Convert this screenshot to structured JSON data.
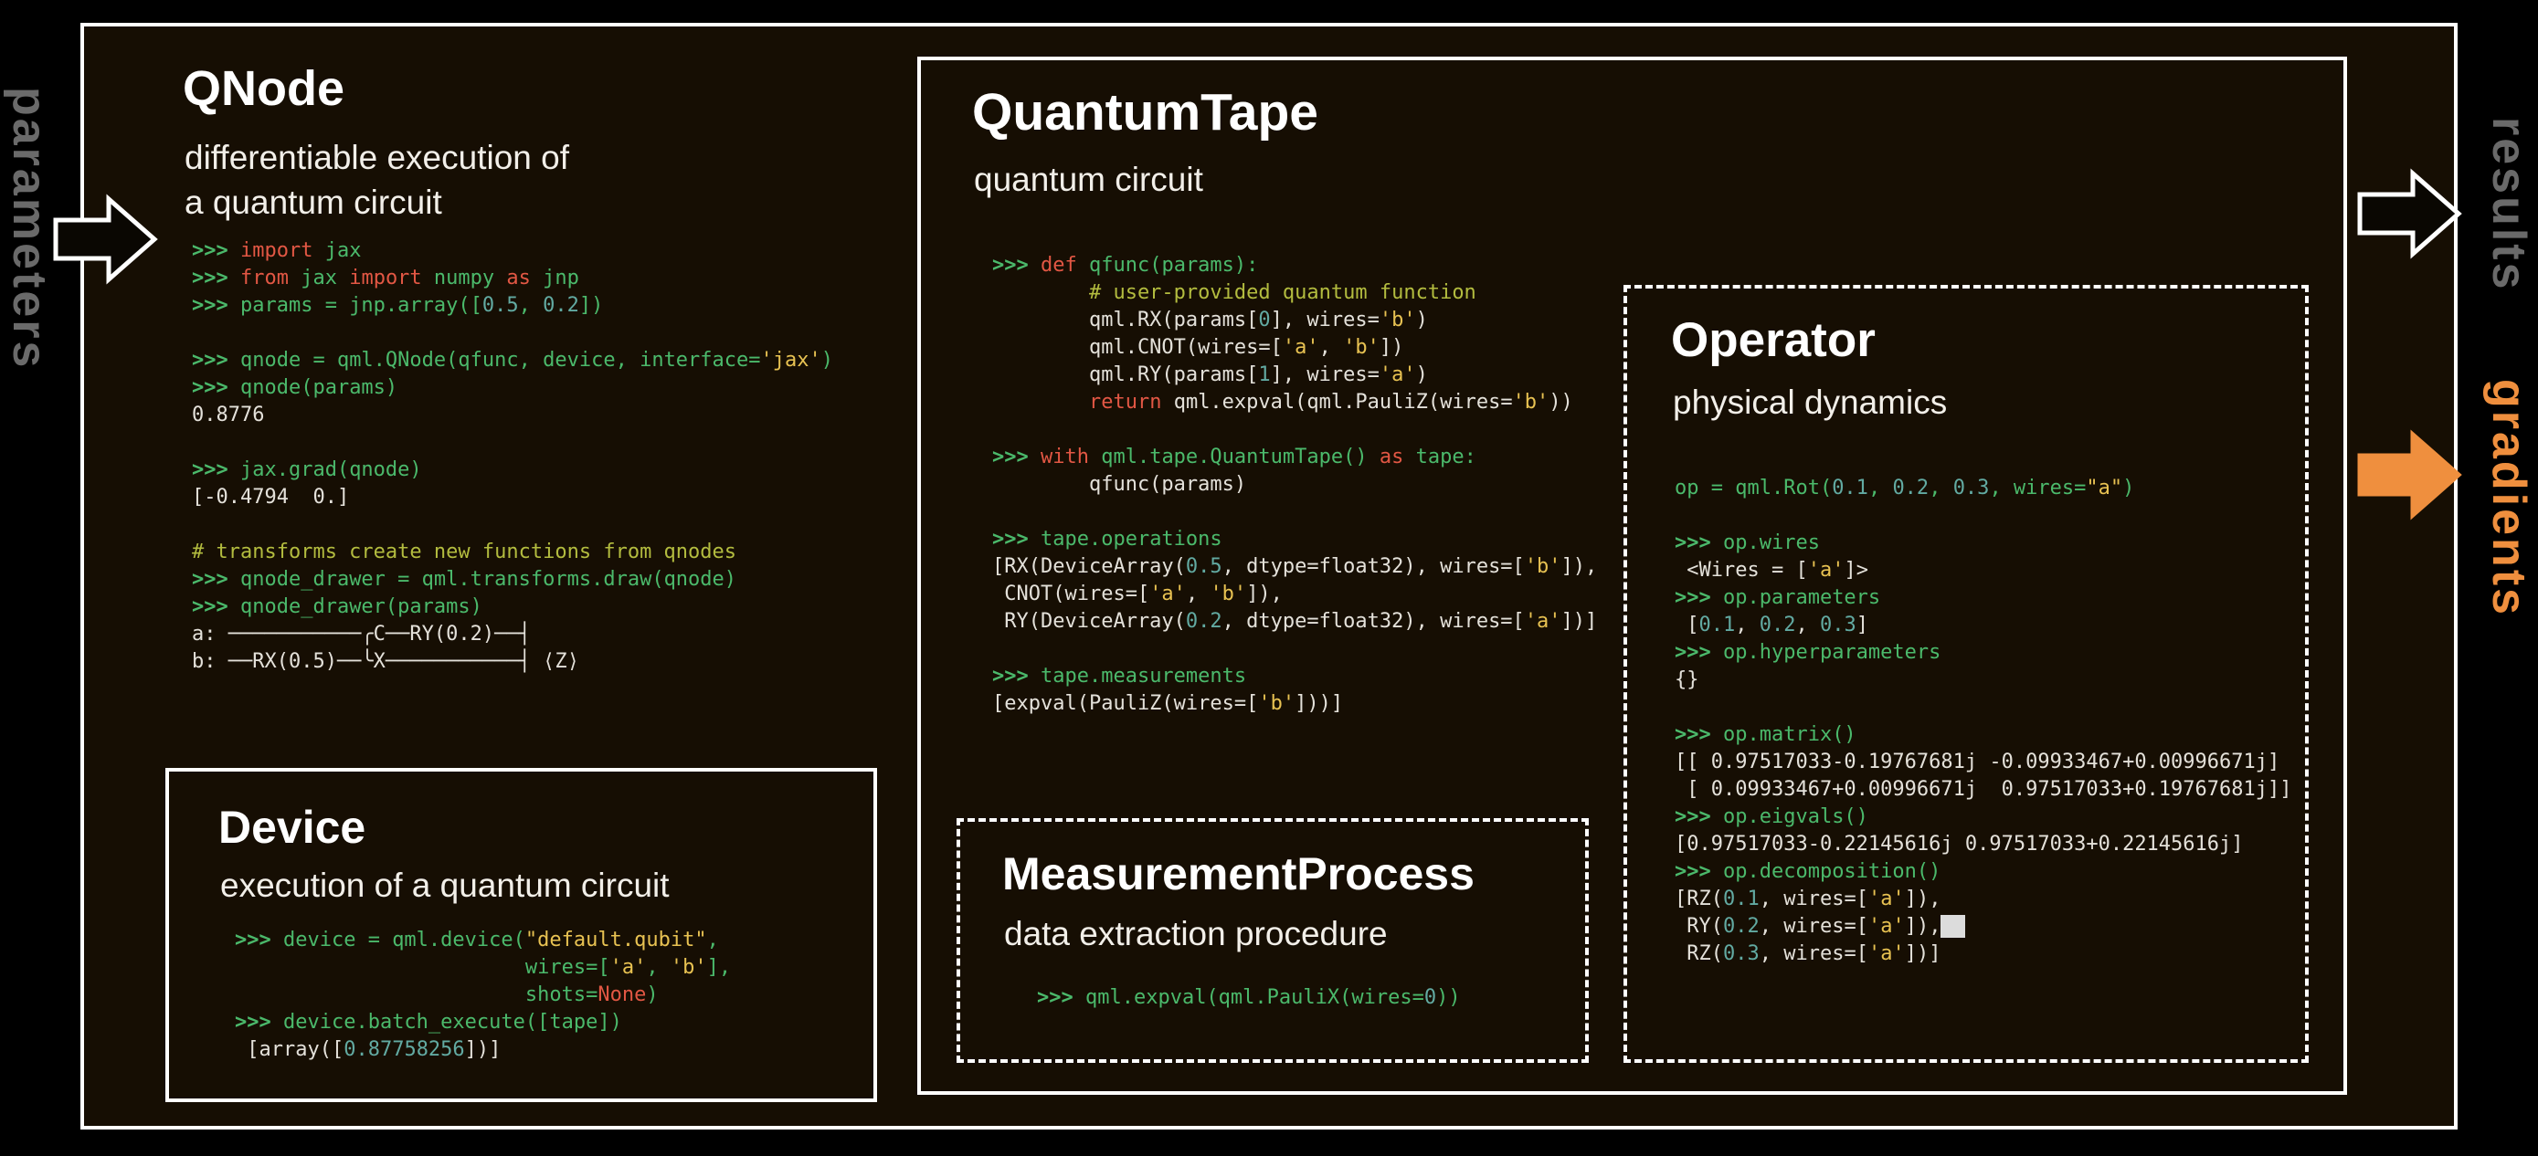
{
  "palette": {
    "bg": "#000000",
    "panel_bg": "#160e03",
    "frame": "#ffffff",
    "green": "#4bb96b",
    "red": "#e25744",
    "yellow": "#e8c252",
    "teal": "#62aaa2",
    "output": "#e4e1da",
    "comment": "#b3bc3f",
    "gray_label": "#6a6a6a",
    "orange": "#ef8f3e",
    "arrow_fill_dark": "#0a0702"
  },
  "labels": {
    "parameters": "parameters",
    "results": "results",
    "gradients": "gradients"
  },
  "qnode": {
    "title": "QNode",
    "subtitle_line1": "differentiable execution of",
    "subtitle_line2": "a quantum circuit",
    "code": {
      "lines": [
        [
          [
            "p",
            ">>> "
          ],
          [
            "k",
            "import"
          ],
          [
            "g",
            " jax"
          ]
        ],
        [
          [
            "p",
            ">>> "
          ],
          [
            "k",
            "from"
          ],
          [
            "g",
            " jax "
          ],
          [
            "k",
            "import"
          ],
          [
            "g",
            " numpy "
          ],
          [
            "k",
            "as"
          ],
          [
            "g",
            " jnp"
          ]
        ],
        [
          [
            "p",
            ">>> "
          ],
          [
            "g",
            "params = jnp.array(["
          ],
          [
            "d",
            "0.5"
          ],
          [
            "g",
            ", "
          ],
          [
            "d",
            "0.2"
          ],
          [
            "g",
            "])"
          ]
        ],
        [],
        [
          [
            "p",
            ">>> "
          ],
          [
            "g",
            "qnode = qml.QNode(qfunc, device, interface="
          ],
          [
            "s",
            "'jax'"
          ],
          [
            "g",
            ")"
          ]
        ],
        [
          [
            "p",
            ">>> "
          ],
          [
            "g",
            "qnode(params)"
          ]
        ],
        [
          [
            "o",
            "0.8776"
          ]
        ],
        [],
        [
          [
            "p",
            ">>> "
          ],
          [
            "g",
            "jax.grad(qnode)"
          ]
        ],
        [
          [
            "o",
            "[-0.4794  0.]"
          ]
        ],
        [],
        [
          [
            "c",
            "# transforms create new functions from qnodes"
          ]
        ],
        [
          [
            "p",
            ">>> "
          ],
          [
            "g",
            "qnode_drawer = qml.transforms.draw(qnode)"
          ]
        ],
        [
          [
            "p",
            ">>> "
          ],
          [
            "g",
            "qnode_drawer(params)"
          ]
        ],
        [
          [
            "o",
            "a: ───────────╭C──RY(0.2)──┤"
          ]
        ],
        [
          [
            "o",
            "b: ──RX(0.5)──╰X───────────┤ ⟨Z⟩"
          ]
        ]
      ]
    }
  },
  "device": {
    "title": "Device",
    "subtitle": "execution of a quantum circuit",
    "code": {
      "lines": [
        [
          [
            "p",
            ">>> "
          ],
          [
            "g",
            "device = qml.device("
          ],
          [
            "s",
            "\"default.qubit\""
          ],
          [
            "g",
            ","
          ]
        ],
        [
          [
            "g",
            "                        wires=["
          ],
          [
            "s",
            "'a'"
          ],
          [
            "g",
            ", "
          ],
          [
            "s",
            "'b'"
          ],
          [
            "g",
            "],"
          ]
        ],
        [
          [
            "g",
            "                        shots="
          ],
          [
            "k",
            "None"
          ],
          [
            "g",
            ")"
          ]
        ],
        [
          [
            "p",
            ">>> "
          ],
          [
            "g",
            "device.batch_execute([tape])"
          ]
        ],
        [
          [
            "o",
            " [array(["
          ],
          [
            "d",
            "0.87758256"
          ],
          [
            "o",
            "])]"
          ]
        ]
      ]
    }
  },
  "quantumtape": {
    "title": "QuantumTape",
    "subtitle": "quantum circuit",
    "code": {
      "lines": [
        [
          [
            "p",
            ">>> "
          ],
          [
            "k",
            "def"
          ],
          [
            "g",
            " qfunc(params):"
          ]
        ],
        [
          [
            "c",
            "        # user-provided quantum function"
          ]
        ],
        [
          [
            "o",
            "        qml.RX(params["
          ],
          [
            "d",
            "0"
          ],
          [
            "o",
            "], wires="
          ],
          [
            "s",
            "'b'"
          ],
          [
            "o",
            ")"
          ]
        ],
        [
          [
            "o",
            "        qml.CNOT(wires=["
          ],
          [
            "s",
            "'a'"
          ],
          [
            "o",
            ", "
          ],
          [
            "s",
            "'b'"
          ],
          [
            "o",
            "])"
          ]
        ],
        [
          [
            "o",
            "        qml.RY(params["
          ],
          [
            "d",
            "1"
          ],
          [
            "o",
            "], wires="
          ],
          [
            "s",
            "'a'"
          ],
          [
            "o",
            ")"
          ]
        ],
        [
          [
            "o",
            "        "
          ],
          [
            "k",
            "return"
          ],
          [
            "o",
            " qml.expval(qml.PauliZ(wires="
          ],
          [
            "s",
            "'b'"
          ],
          [
            "o",
            "))"
          ]
        ],
        [],
        [
          [
            "p",
            ">>> "
          ],
          [
            "k",
            "with"
          ],
          [
            "g",
            " qml.tape.QuantumTape() "
          ],
          [
            "k",
            "as"
          ],
          [
            "g",
            " tape:"
          ]
        ],
        [
          [
            "o",
            "        qfunc(params)"
          ]
        ],
        [],
        [
          [
            "p",
            ">>> "
          ],
          [
            "g",
            "tape.operations"
          ]
        ],
        [
          [
            "o",
            "[RX(DeviceArray("
          ],
          [
            "d",
            "0.5"
          ],
          [
            "o",
            ", dtype=float32), wires=["
          ],
          [
            "s",
            "'b'"
          ],
          [
            "o",
            "]),"
          ]
        ],
        [
          [
            "o",
            " CNOT(wires=["
          ],
          [
            "s",
            "'a'"
          ],
          [
            "o",
            ", "
          ],
          [
            "s",
            "'b'"
          ],
          [
            "o",
            "]),"
          ]
        ],
        [
          [
            "o",
            " RY(DeviceArray("
          ],
          [
            "d",
            "0.2"
          ],
          [
            "o",
            ", dtype=float32), wires=["
          ],
          [
            "s",
            "'a'"
          ],
          [
            "o",
            "])]"
          ]
        ],
        [],
        [
          [
            "p",
            ">>> "
          ],
          [
            "g",
            "tape.measurements"
          ]
        ],
        [
          [
            "o",
            "[expval(PauliZ(wires=["
          ],
          [
            "s",
            "'b'"
          ],
          [
            "o",
            "]))]"
          ]
        ]
      ]
    }
  },
  "operator": {
    "title": "Operator",
    "subtitle": "physical dynamics",
    "code": {
      "lines": [
        [
          [
            "g",
            "op = qml.Rot("
          ],
          [
            "d",
            "0.1"
          ],
          [
            "g",
            ", "
          ],
          [
            "d",
            "0.2"
          ],
          [
            "g",
            ", "
          ],
          [
            "d",
            "0.3"
          ],
          [
            "g",
            ", wires="
          ],
          [
            "s",
            "\"a\""
          ],
          [
            "g",
            ")"
          ]
        ],
        [],
        [
          [
            "p",
            ">>> "
          ],
          [
            "g",
            "op.wires"
          ]
        ],
        [
          [
            "o",
            " <Wires = ["
          ],
          [
            "s",
            "'a'"
          ],
          [
            "o",
            "]>"
          ]
        ],
        [
          [
            "p",
            ">>> "
          ],
          [
            "g",
            "op.parameters"
          ]
        ],
        [
          [
            "o",
            " ["
          ],
          [
            "d",
            "0.1"
          ],
          [
            "o",
            ", "
          ],
          [
            "d",
            "0.2"
          ],
          [
            "o",
            ", "
          ],
          [
            "d",
            "0.3"
          ],
          [
            "o",
            "]"
          ]
        ],
        [
          [
            "p",
            ">>> "
          ],
          [
            "g",
            "op.hyperparameters"
          ]
        ],
        [
          [
            "o",
            "{}"
          ]
        ],
        [],
        [
          [
            "p",
            ">>> "
          ],
          [
            "g",
            "op.matrix()"
          ]
        ],
        [
          [
            "o",
            "[[ 0.97517033-0.19767681j -0.09933467+0.00996671j]"
          ]
        ],
        [
          [
            "o",
            " [ 0.09933467+0.00996671j  0.97517033+0.19767681j]]"
          ]
        ],
        [
          [
            "p",
            ">>> "
          ],
          [
            "g",
            "op.eigvals()"
          ]
        ],
        [
          [
            "o",
            "[0.97517033-0.22145616j 0.97517033+0.22145616j]"
          ]
        ],
        [
          [
            "p",
            ">>> "
          ],
          [
            "g",
            "op.decomposition()"
          ]
        ],
        [
          [
            "o",
            "[RZ("
          ],
          [
            "d",
            "0.1"
          ],
          [
            "o",
            ", wires=["
          ],
          [
            "s",
            "'a'"
          ],
          [
            "o",
            "]),"
          ]
        ],
        [
          [
            "o",
            " RY("
          ],
          [
            "d",
            "0.2"
          ],
          [
            "o",
            ", wires=["
          ],
          [
            "s",
            "'a'"
          ],
          [
            "o",
            "]),"
          ],
          [
            "cur",
            "  "
          ]
        ],
        [
          [
            "o",
            " RZ("
          ],
          [
            "d",
            "0.3"
          ],
          [
            "o",
            ", wires=["
          ],
          [
            "s",
            "'a'"
          ],
          [
            "o",
            "])]"
          ]
        ]
      ]
    }
  },
  "measurement": {
    "title": "MeasurementProcess",
    "subtitle": "data extraction procedure",
    "code": {
      "lines": [
        [
          [
            "p",
            ">>> "
          ],
          [
            "g",
            "qml.expval(qml.PauliX(wires="
          ],
          [
            "d",
            "0"
          ],
          [
            "g",
            "))"
          ]
        ]
      ]
    }
  }
}
